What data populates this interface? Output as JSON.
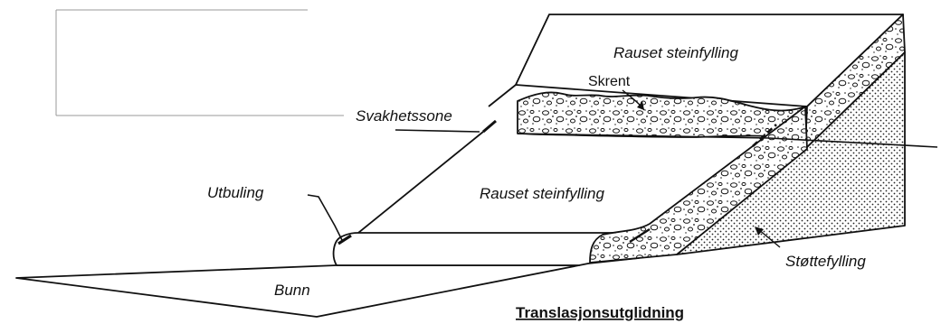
{
  "labels": {
    "rauset_top": "Rauset steinfylling",
    "skrent": "Skrent",
    "svakhetssone": "Svakhetssone",
    "utbuling": "Utbuling",
    "rauset_mid": "Rauset steinfylling",
    "bunn": "Bunn",
    "stottefylling": "Støttefylling",
    "title": "Translasjonsutglidning"
  }
}
